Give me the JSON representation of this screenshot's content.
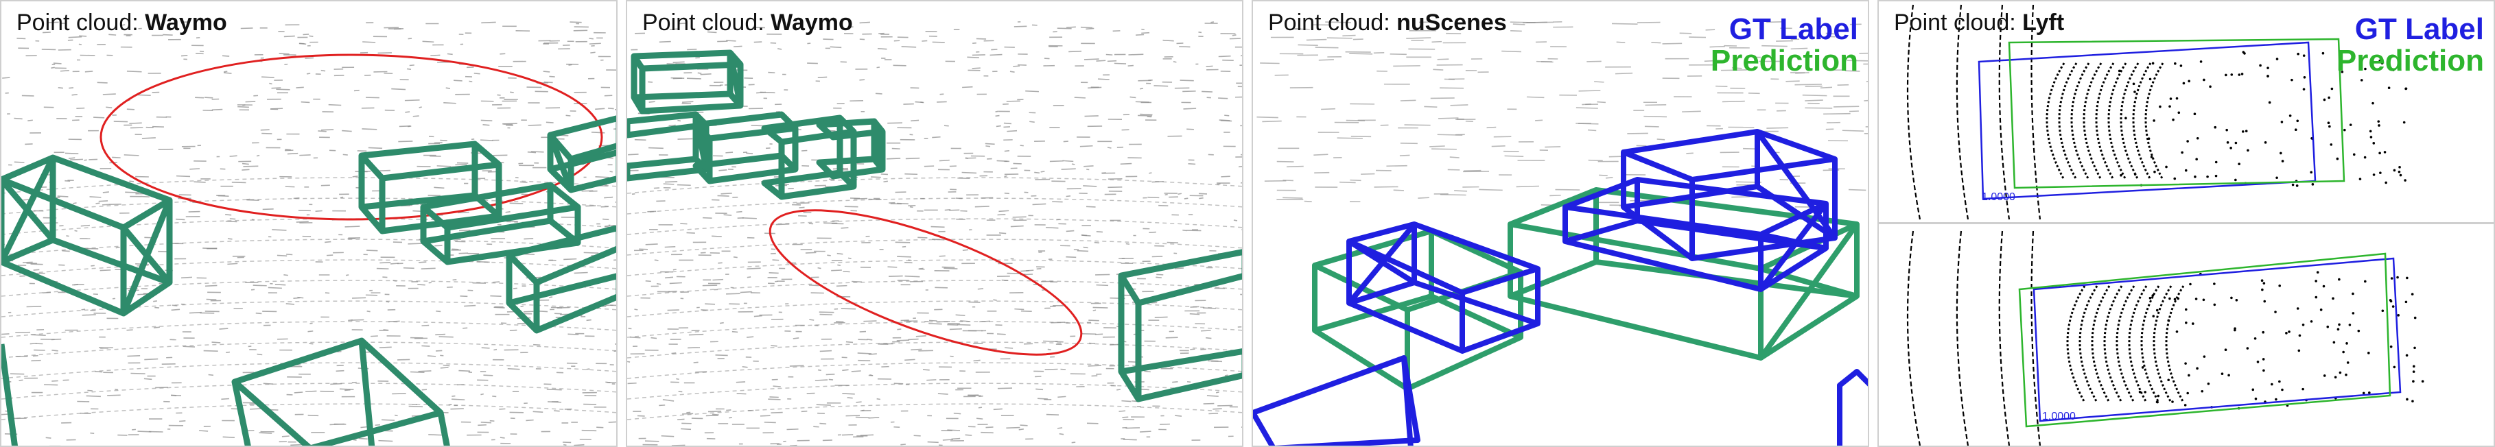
{
  "panels": [
    {
      "caption_prefix": "Point cloud: ",
      "dataset": "Waymo"
    },
    {
      "caption_prefix": "Point cloud: ",
      "dataset": "Waymo"
    },
    {
      "caption_prefix": "Point cloud: ",
      "dataset": "nuScenes",
      "legend": {
        "gt": "GT Label",
        "pred": "Prediction"
      }
    },
    {
      "caption_prefix": "Point cloud: ",
      "dataset": "Lyft",
      "legend": {
        "gt": "GT Label",
        "pred": "Prediction"
      },
      "score_labels": [
        "1.0000",
        "1.0000"
      ]
    }
  ],
  "colors": {
    "waymo_box": "#2e8b6b",
    "gt_box": "#1f1fe0",
    "pred_box": "#2db52d",
    "highlight_ellipse": "#e02020",
    "points_light": "#8a8a8a",
    "points_dark": "#000000"
  }
}
